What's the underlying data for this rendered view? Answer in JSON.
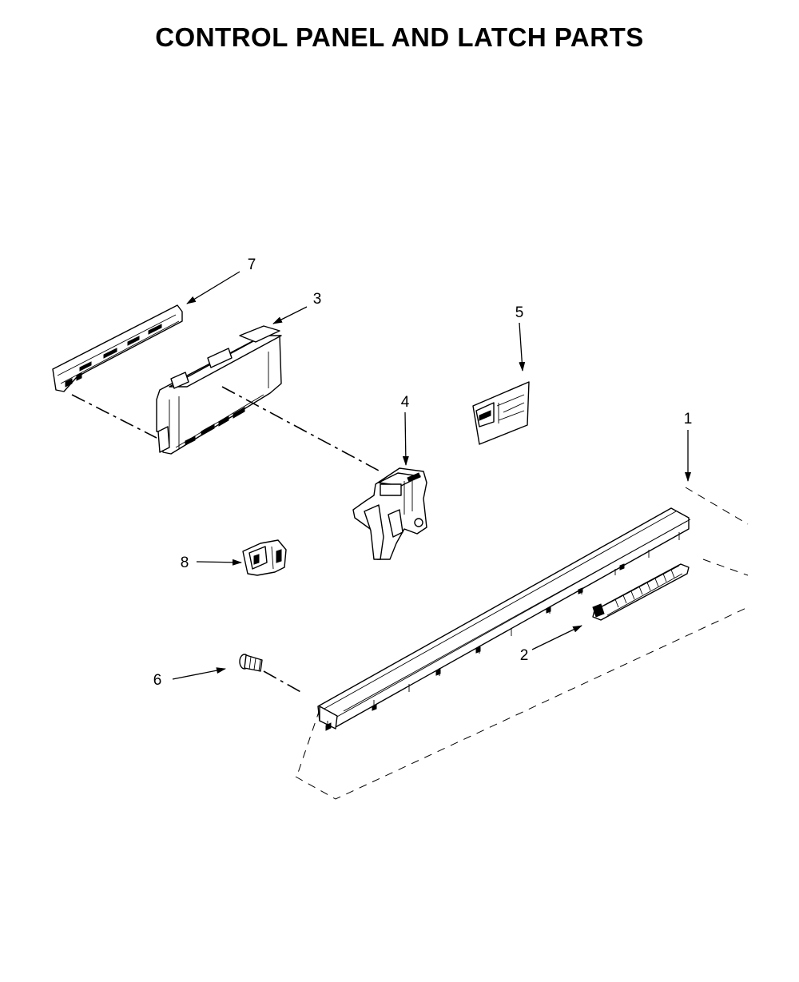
{
  "title": "CONTROL PANEL AND LATCH PARTS",
  "callouts": {
    "c1": "1",
    "c2": "2",
    "c3": "3",
    "c4": "4",
    "c5": "5",
    "c6": "6",
    "c7": "7",
    "c8": "8"
  }
}
